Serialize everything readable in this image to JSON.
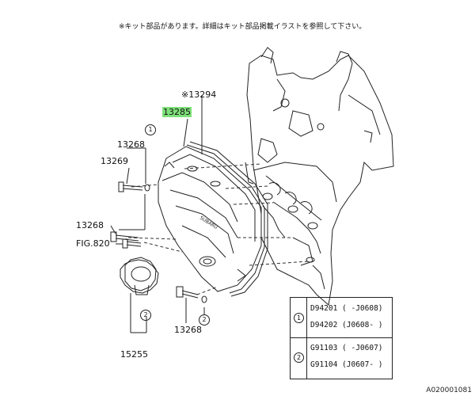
{
  "diagram": {
    "note": "※キット部品があります。詳細はキット部品掲載イラストを参照して下さい。",
    "labels": {
      "p13294": "※13294",
      "p13285": "13285",
      "p13268_a": "13268",
      "p13269": "13269",
      "p13268_b": "13268",
      "fig820": "FIG.820",
      "p13268_c": "13268",
      "p15255": "15255"
    },
    "callouts": {
      "c1": "1",
      "c2": "2",
      "c2b": "2"
    },
    "legend": {
      "group1": {
        "marker": "1",
        "rows": [
          "D94201 ( -J0608)",
          "D94202 (J0608- )"
        ]
      },
      "group2": {
        "marker": "2",
        "rows": [
          "G91103 ( -J0607)",
          "G91104 (J0607- )"
        ]
      }
    },
    "footer": "A020001081",
    "highlight_color": "#7fe07a"
  }
}
